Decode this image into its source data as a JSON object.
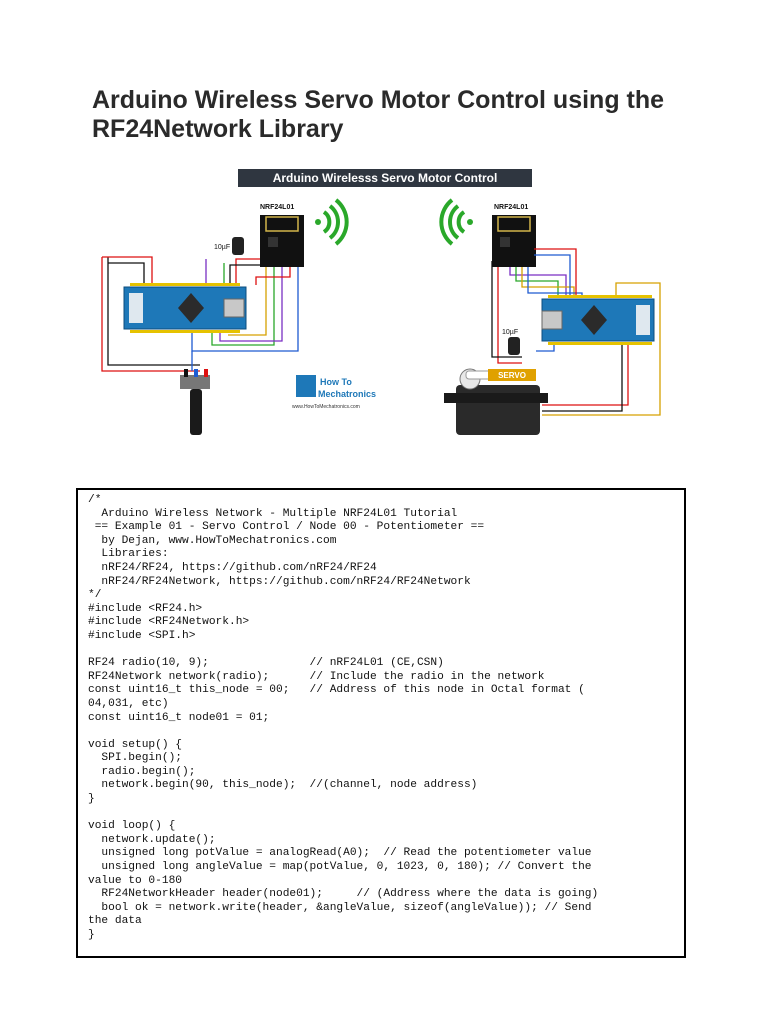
{
  "document": {
    "title": "Arduino Wireless Servo Motor Control using the RF24Network Library"
  },
  "figure": {
    "banner": "Arduino Wirelesss Servo Motor Control",
    "module_left_label": "NRF24L01",
    "module_right_label": "NRF24L01",
    "cap_left_label": "10µF",
    "cap_right_label": "10µF",
    "logo_line1": "How To",
    "logo_line2": "Mechatronics",
    "logo_url": "www.HowToMechatronics.com",
    "servo_label": "SERVO"
  },
  "code": {
    "lines": [
      "/*",
      "  Arduino Wireless Network - Multiple NRF24L01 Tutorial",
      " == Example 01 - Servo Control / Node 00 - Potentiometer ==",
      "  by Dejan, www.HowToMechatronics.com",
      "  Libraries:",
      "  nRF24/RF24, https://github.com/nRF24/RF24",
      "  nRF24/RF24Network, https://github.com/nRF24/RF24Network",
      "*/",
      "#include <RF24.h>",
      "#include <RF24Network.h>",
      "#include <SPI.h>",
      "",
      "RF24 radio(10, 9);               // nRF24L01 (CE,CSN)",
      "RF24Network network(radio);      // Include the radio in the network",
      "const uint16_t this_node = 00;   // Address of this node in Octal format (",
      "04,031, etc)",
      "const uint16_t node01 = 01;",
      "",
      "void setup() {",
      "  SPI.begin();",
      "  radio.begin();",
      "  network.begin(90, this_node);  //(channel, node address)",
      "}",
      "",
      "void loop() {",
      "  network.update();",
      "  unsigned long potValue = analogRead(A0);  // Read the potentiometer value",
      "  unsigned long angleValue = map(potValue, 0, 1023, 0, 180); // Convert the",
      "value to 0-180",
      "  RF24NetworkHeader header(node01);     // (Address where the data is going)",
      "  bool ok = network.write(header, &angleValue, sizeof(angleValue)); // Send",
      "the data",
      "}"
    ]
  }
}
